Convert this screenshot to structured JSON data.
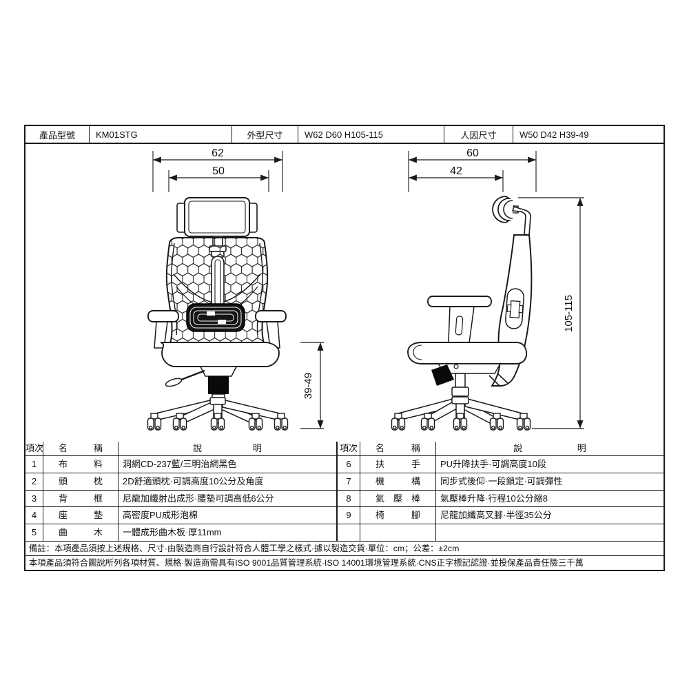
{
  "header": {
    "product_model_label": "產品型號",
    "product_model_value": "KM01STG",
    "outer_size_label": "外型尺寸",
    "outer_size_value": "W62 D60 H105-115",
    "human_size_label": "人因尺寸",
    "human_size_value": "W50 D42 H39-49"
  },
  "drawing": {
    "front_view": {
      "width_outer": "62",
      "width_inner": "50",
      "seat_height": "39-49"
    },
    "side_view": {
      "depth_outer": "60",
      "depth_inner": "42",
      "total_height": "105-115"
    }
  },
  "parts": {
    "col_item": "項次",
    "col_name": "名稱",
    "col_desc": "說明",
    "left_rows": [
      {
        "no": "1",
        "name": "布料",
        "desc": "洞網CD-237藍/三明治網黑色"
      },
      {
        "no": "2",
        "name": "頭枕",
        "desc": "2D舒適頭枕·可調高度10公分及角度"
      },
      {
        "no": "3",
        "name": "背框",
        "desc": "尼龍加纖射出成形·腰墊可調高低6公分"
      },
      {
        "no": "4",
        "name": "座墊",
        "desc": "高密度PU成形泡棉"
      },
      {
        "no": "5",
        "name": "曲木",
        "desc": "一體成形曲木板·厚11mm"
      }
    ],
    "right_rows": [
      {
        "no": "6",
        "name": "扶手",
        "desc": "PU升降扶手·可調高度10段"
      },
      {
        "no": "7",
        "name": "機構",
        "desc": "同步式後仰·一段鎖定·可調彈性"
      },
      {
        "no": "8",
        "name": "氣壓棒",
        "desc": "氣壓棒升降·行程10公分縮8"
      },
      {
        "no": "9",
        "name": "椅腳",
        "desc": "尼龍加纖高叉腳·半徑35公分"
      },
      {
        "no": "",
        "name": "",
        "desc": ""
      }
    ]
  },
  "notes": {
    "line1": "備註：本項產品須按上述規格、尺寸·由製造商自行設計符合人體工學之樣式·據以製造交貨·單位：cm；公差：±2cm",
    "line2": "本項產品須符合圖說所列各項材質、規格·製造商需具有ISO 9001品質管理系統·ISO 14001環境管理系統·CNS正字標記認證·並投保產品責任險三千萬"
  },
  "colors": {
    "line": "#1a1a1a",
    "background": "#ffffff"
  }
}
